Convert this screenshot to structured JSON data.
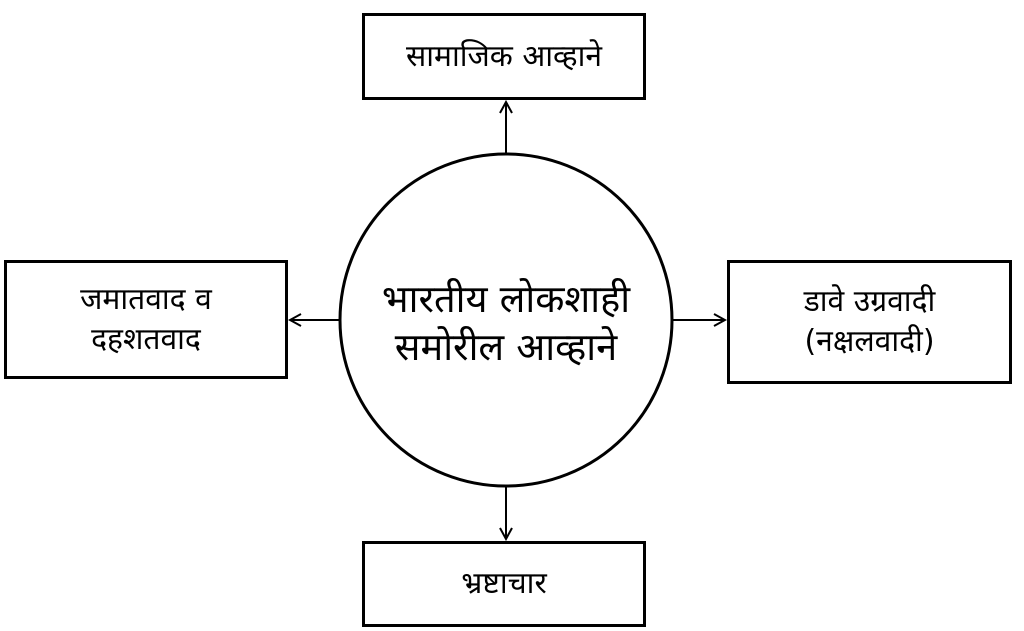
{
  "center": {
    "line1": "भारतीय लोकशाही",
    "line2": "समोरील आव्हाने"
  },
  "nodes": {
    "top": {
      "lines": [
        "सामाजिक आव्हाने"
      ]
    },
    "left": {
      "lines": [
        "जमातवाद व",
        "दहशतवाद"
      ]
    },
    "right": {
      "lines": [
        "डावे उग्रवादी",
        "(नक्षलवादी)"
      ]
    },
    "bottom": {
      "lines": [
        "भ्रष्टाचार"
      ]
    }
  },
  "colors": {
    "stroke": "#000000",
    "background": "#ffffff"
  }
}
